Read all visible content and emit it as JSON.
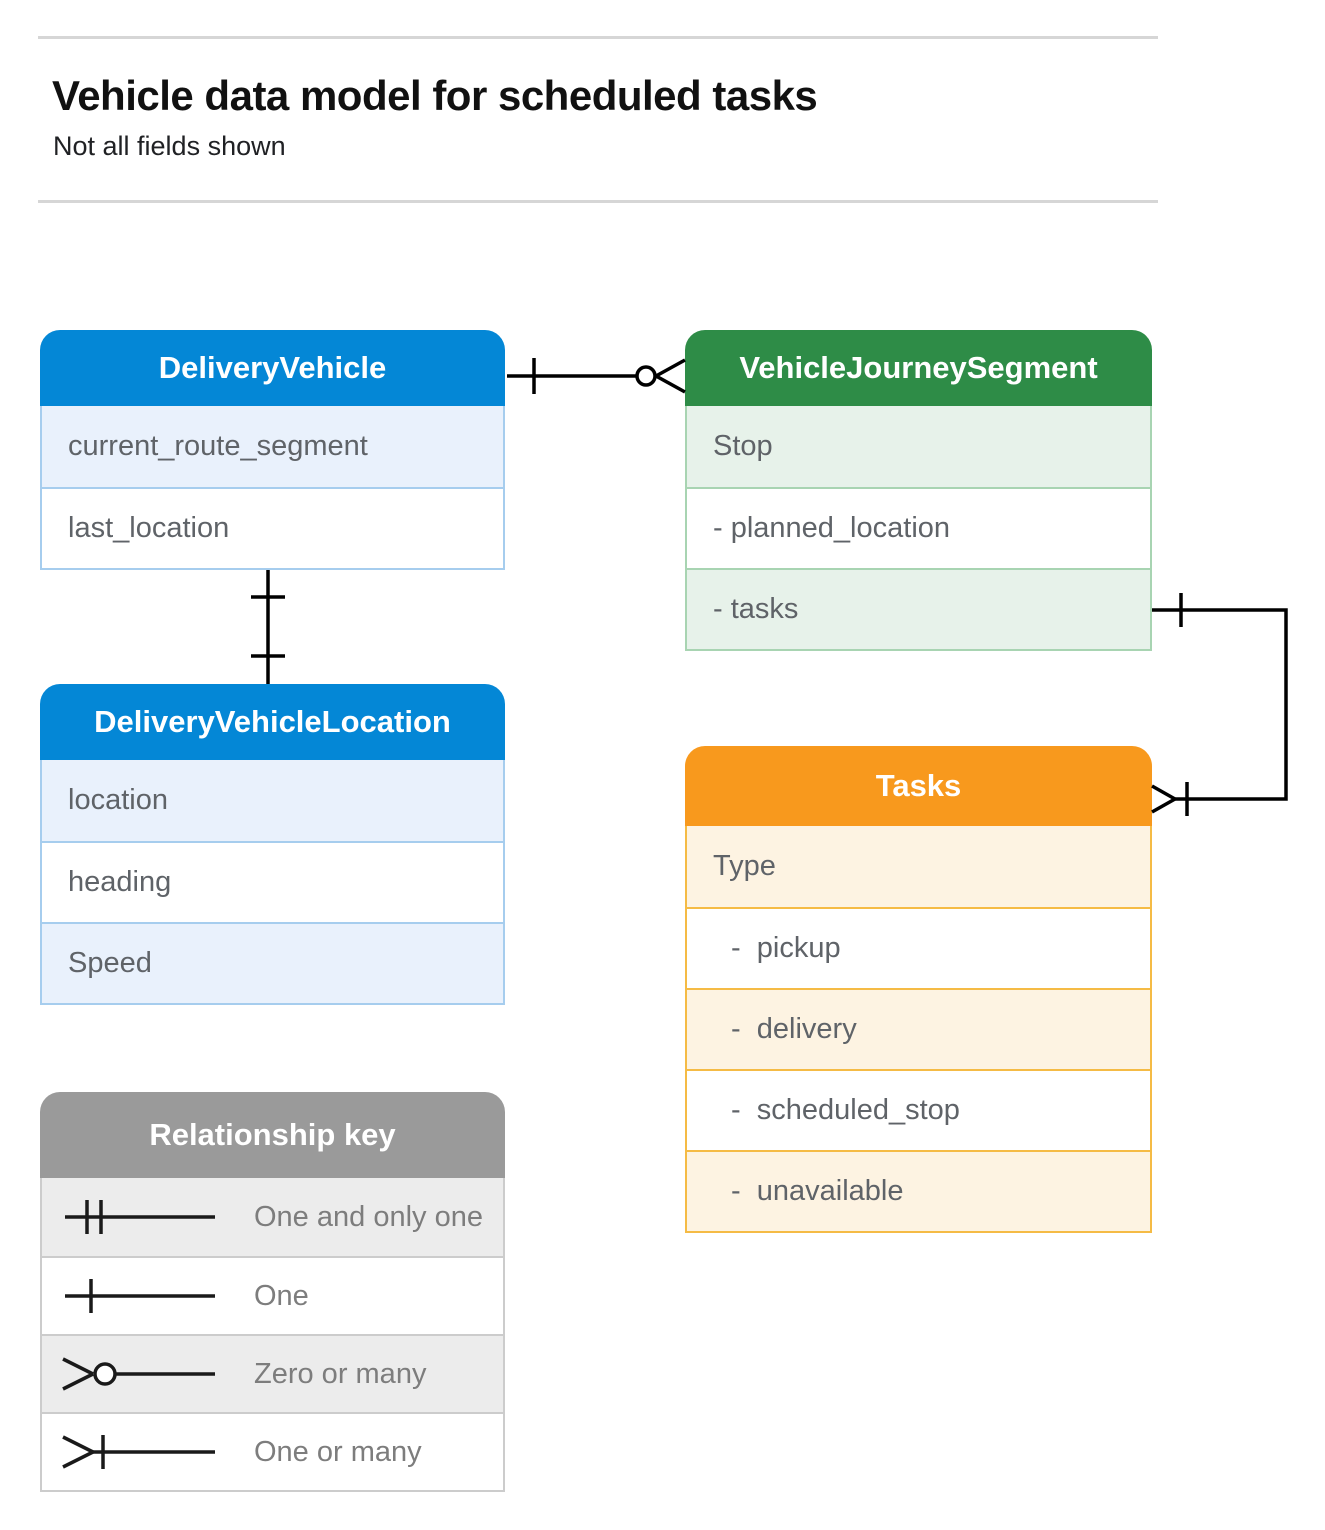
{
  "header": {
    "title": "Vehicle data model for scheduled tasks",
    "subtitle": "Not all fields shown"
  },
  "entities": {
    "delivery_vehicle": {
      "title": "DeliveryVehicle",
      "rows": [
        "current_route_segment",
        "last_location"
      ]
    },
    "vehicle_journey_segment": {
      "title": "VehicleJourneySegment",
      "rows": [
        "Stop",
        "- planned_location",
        "- tasks"
      ]
    },
    "delivery_vehicle_location": {
      "title": "DeliveryVehicleLocation",
      "rows": [
        "location",
        "heading",
        "Speed"
      ]
    },
    "tasks": {
      "title": "Tasks",
      "rows": [
        "Type",
        "-  pickup",
        "-  delivery",
        "-  scheduled_stop",
        "-  unavailable"
      ]
    }
  },
  "legend": {
    "title": "Relationship key",
    "items": [
      {
        "symbol": "one-and-only-one",
        "label": "One and only one"
      },
      {
        "symbol": "one",
        "label": "One"
      },
      {
        "symbol": "zero-or-many",
        "label": "Zero or many"
      },
      {
        "symbol": "one-or-many",
        "label": "One or many"
      }
    ]
  },
  "relationships": [
    {
      "from": "DeliveryVehicle",
      "to": "VehicleJourneySegment",
      "from_cardinality": "one",
      "to_cardinality": "zero-or-many"
    },
    {
      "from": "DeliveryVehicle",
      "to": "DeliveryVehicleLocation",
      "from_cardinality": "one",
      "to_cardinality": "one"
    },
    {
      "from": "VehicleJourneySegment.tasks",
      "to": "Tasks",
      "from_cardinality": "one",
      "to_cardinality": "one-or-many"
    }
  ],
  "colors": {
    "blue_header": "#0487d6",
    "blue_row": "#e9f1fc",
    "blue_border": "#a6cdee",
    "green_header": "#2e8c47",
    "green_row": "#e7f2ea",
    "green_border": "#a8d4b2",
    "orange_header": "#f8991d",
    "orange_row": "#fdf3e2",
    "orange_border": "#f5bb45",
    "gray_header": "#9a9a9a",
    "gray_row": "#ececec",
    "gray_border": "#cccccc",
    "row_text": "#5f6368",
    "legend_text": "#7d7d7d",
    "connector": "#000000"
  }
}
